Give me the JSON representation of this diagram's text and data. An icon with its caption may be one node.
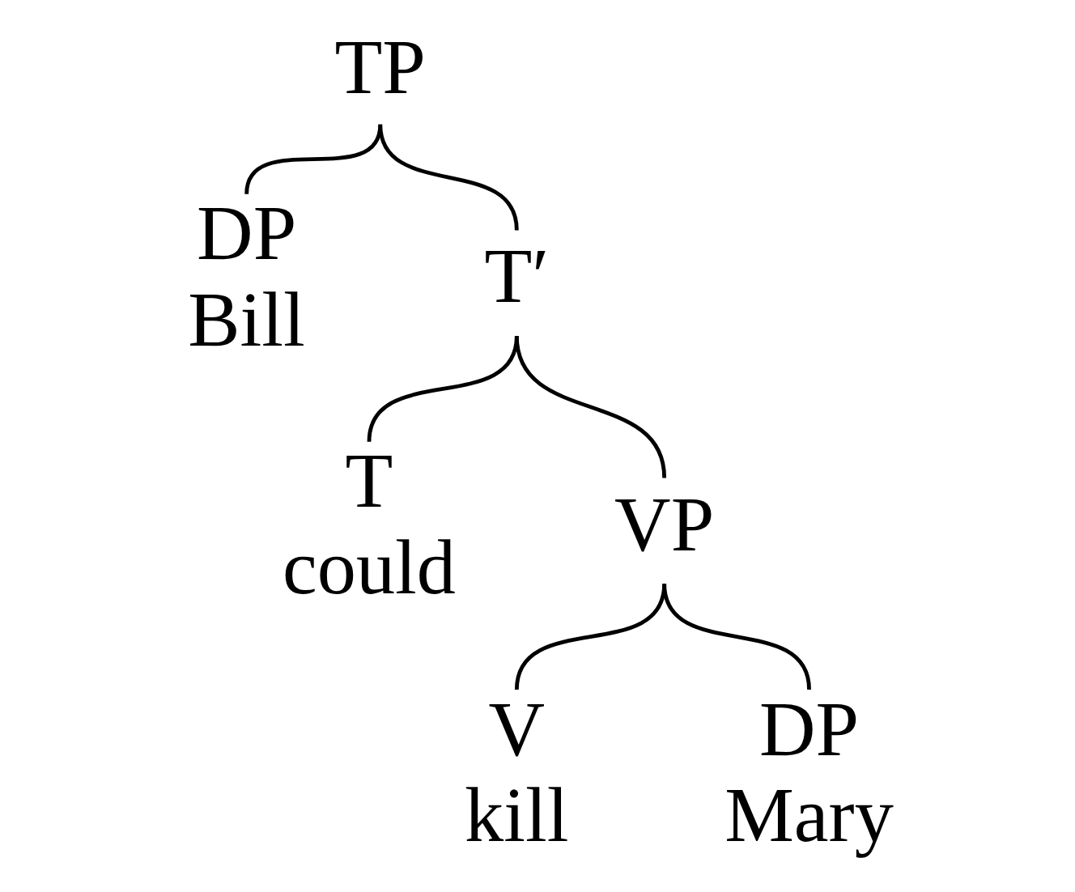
{
  "diagram": {
    "nodes": [
      {
        "text": [
          "TP"
        ]
      },
      {
        "text": [
          "DP",
          "Bill"
        ]
      },
      {
        "text": [
          "T′"
        ]
      },
      {
        "text": [
          "T",
          "could"
        ]
      },
      {
        "text": [
          "VP"
        ]
      },
      {
        "text": [
          "V",
          "kill"
        ]
      },
      {
        "text": [
          "DP",
          "Mary"
        ]
      }
    ],
    "edges": [
      {
        "from": 0,
        "to": 1,
        "arrow": "none"
      },
      {
        "from": 0,
        "to": 2,
        "arrow": "none"
      },
      {
        "from": 2,
        "to": 3,
        "arrow": "none"
      },
      {
        "from": 2,
        "to": 4,
        "arrow": "none"
      },
      {
        "from": 4,
        "to": 5,
        "arrow": "none"
      },
      {
        "from": 4,
        "to": 6,
        "arrow": "none"
      }
    ]
  }
}
